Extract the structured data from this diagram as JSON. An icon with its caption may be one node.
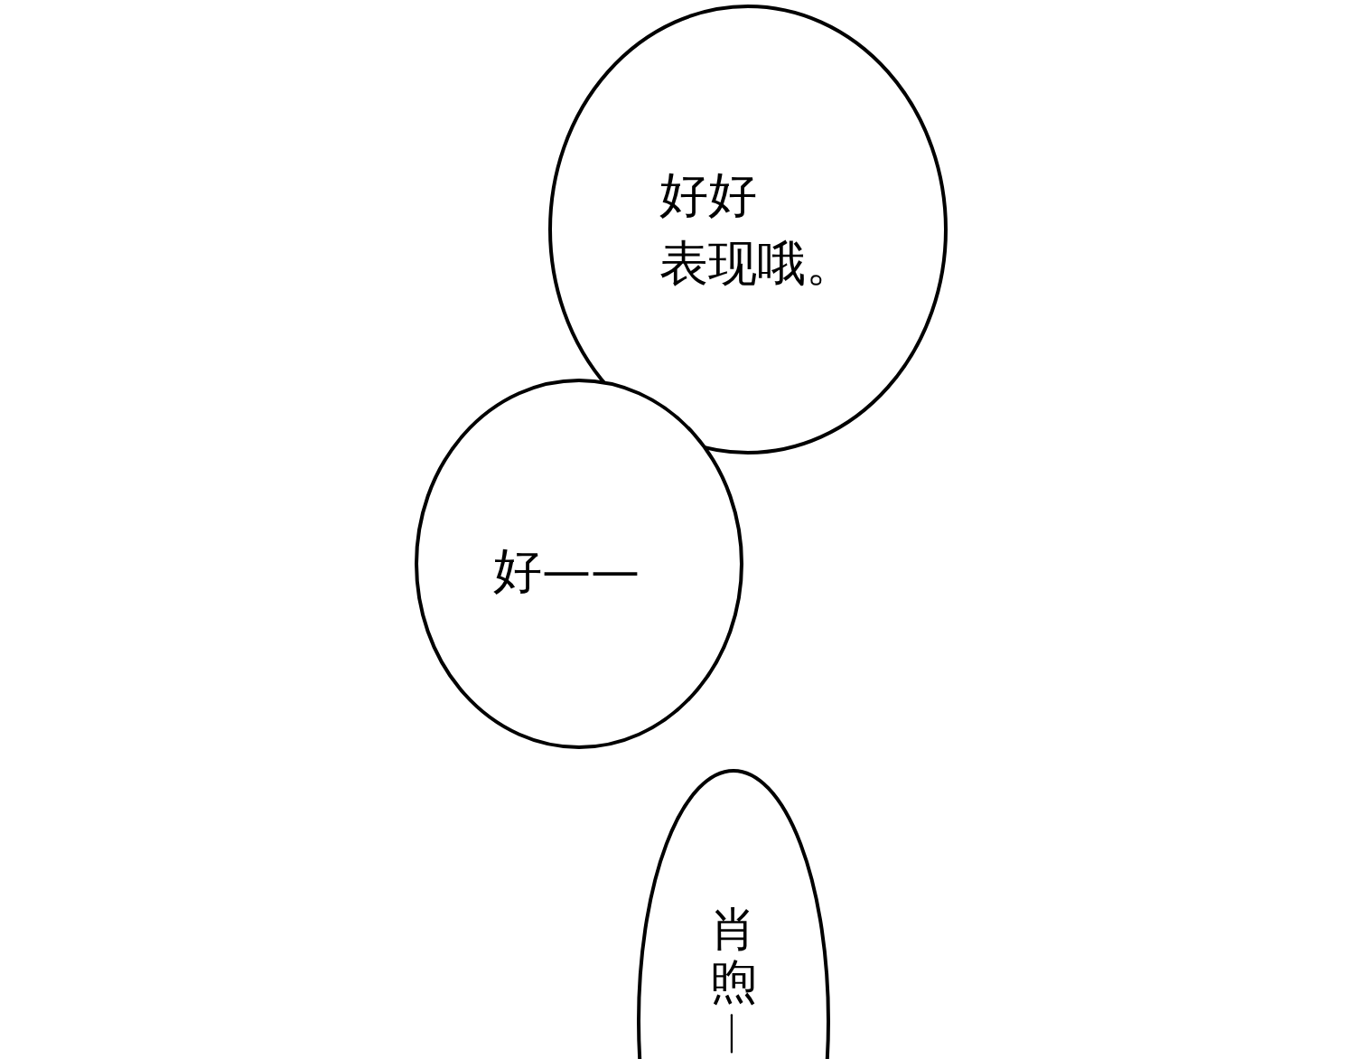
{
  "diagram": {
    "nodes": [
      {
        "text": [
          "好好",
          "表现哦。"
        ]
      },
      {
        "text": [
          "好——"
        ]
      },
      {
        "text": [
          "肖煦︱"
        ]
      }
    ]
  }
}
